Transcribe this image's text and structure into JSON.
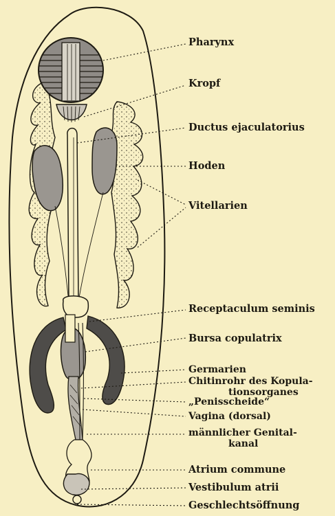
{
  "labels": {
    "pharynx": "Pharynx",
    "kropf": "Kropf",
    "ductus": "Ductus ejaculatorius",
    "hoden": "Hoden",
    "vitellarien": "Vitellarien",
    "receptaculum": "Receptaculum seminis",
    "bursa": "Bursa copulatrix",
    "germarien": "Germarien",
    "chitinrohr_1": "Chitinrohr des Kopula-",
    "chitinrohr_2": "tionsorganes",
    "penisscheide": "„Penisscheide“",
    "vagina": "Vagina (dorsal)",
    "genitalkanal_1": "männlicher Genital-",
    "genitalkanal_2": "kanal",
    "atrium": "Atrium commune",
    "vestibulum": "Vestibulum atrii",
    "geschlechtsoeffnung": "Geschlechtsöffnung"
  },
  "colors": {
    "background": "#f7efc4",
    "ink": "#1d1a12",
    "gray_organ": "#9a9690",
    "dark_organ": "#4e4c49"
  }
}
